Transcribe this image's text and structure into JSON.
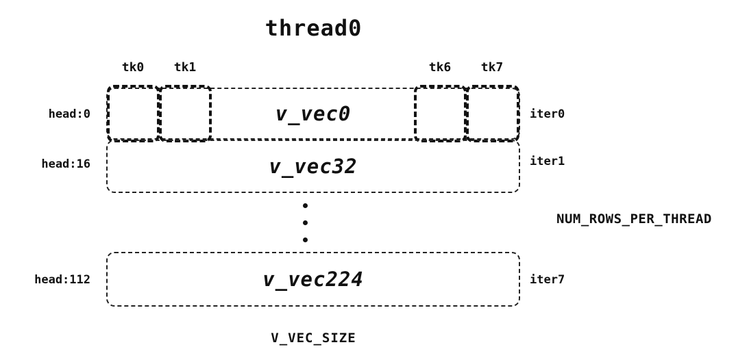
{
  "title": "thread0",
  "tk_labels": [
    {
      "label": "tk0"
    },
    {
      "label": "tk1"
    },
    {
      "label": "tk6"
    },
    {
      "label": "tk7"
    }
  ],
  "rows": [
    {
      "head": "head:0",
      "vec": "v_vec0",
      "iter": "iter0"
    },
    {
      "head": "head:16",
      "vec": "v_vec32",
      "iter": "iter1"
    },
    {
      "head": "head:112",
      "vec": "v_vec224",
      "iter": "iter7"
    }
  ],
  "annotations": {
    "num_rows_label": "NUM_ROWS_PER_THREAD",
    "size_label": "V_VEC_SIZE"
  },
  "colors": {
    "ink": "#111111",
    "background": "#ffffff"
  }
}
